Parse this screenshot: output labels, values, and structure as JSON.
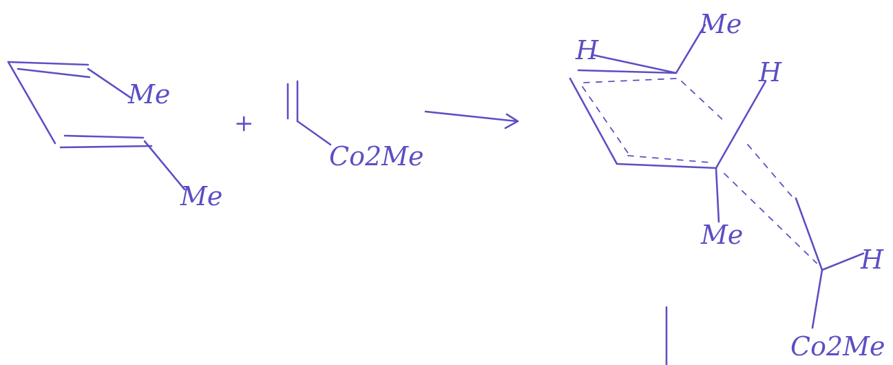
{
  "diagram": {
    "ink_color": "#5b4fc4",
    "labels": {
      "diene_me_top": "Me",
      "diene_me_bottom": "Me",
      "plus_sign": "+",
      "dienophile_ester": "Co2Me",
      "ts_me_top": "Me",
      "ts_h_left": "H",
      "ts_h_right": "H",
      "ts_me_bottom": "Me",
      "ts_h_alkene": "H",
      "ts_ester": "Co2Me"
    }
  }
}
